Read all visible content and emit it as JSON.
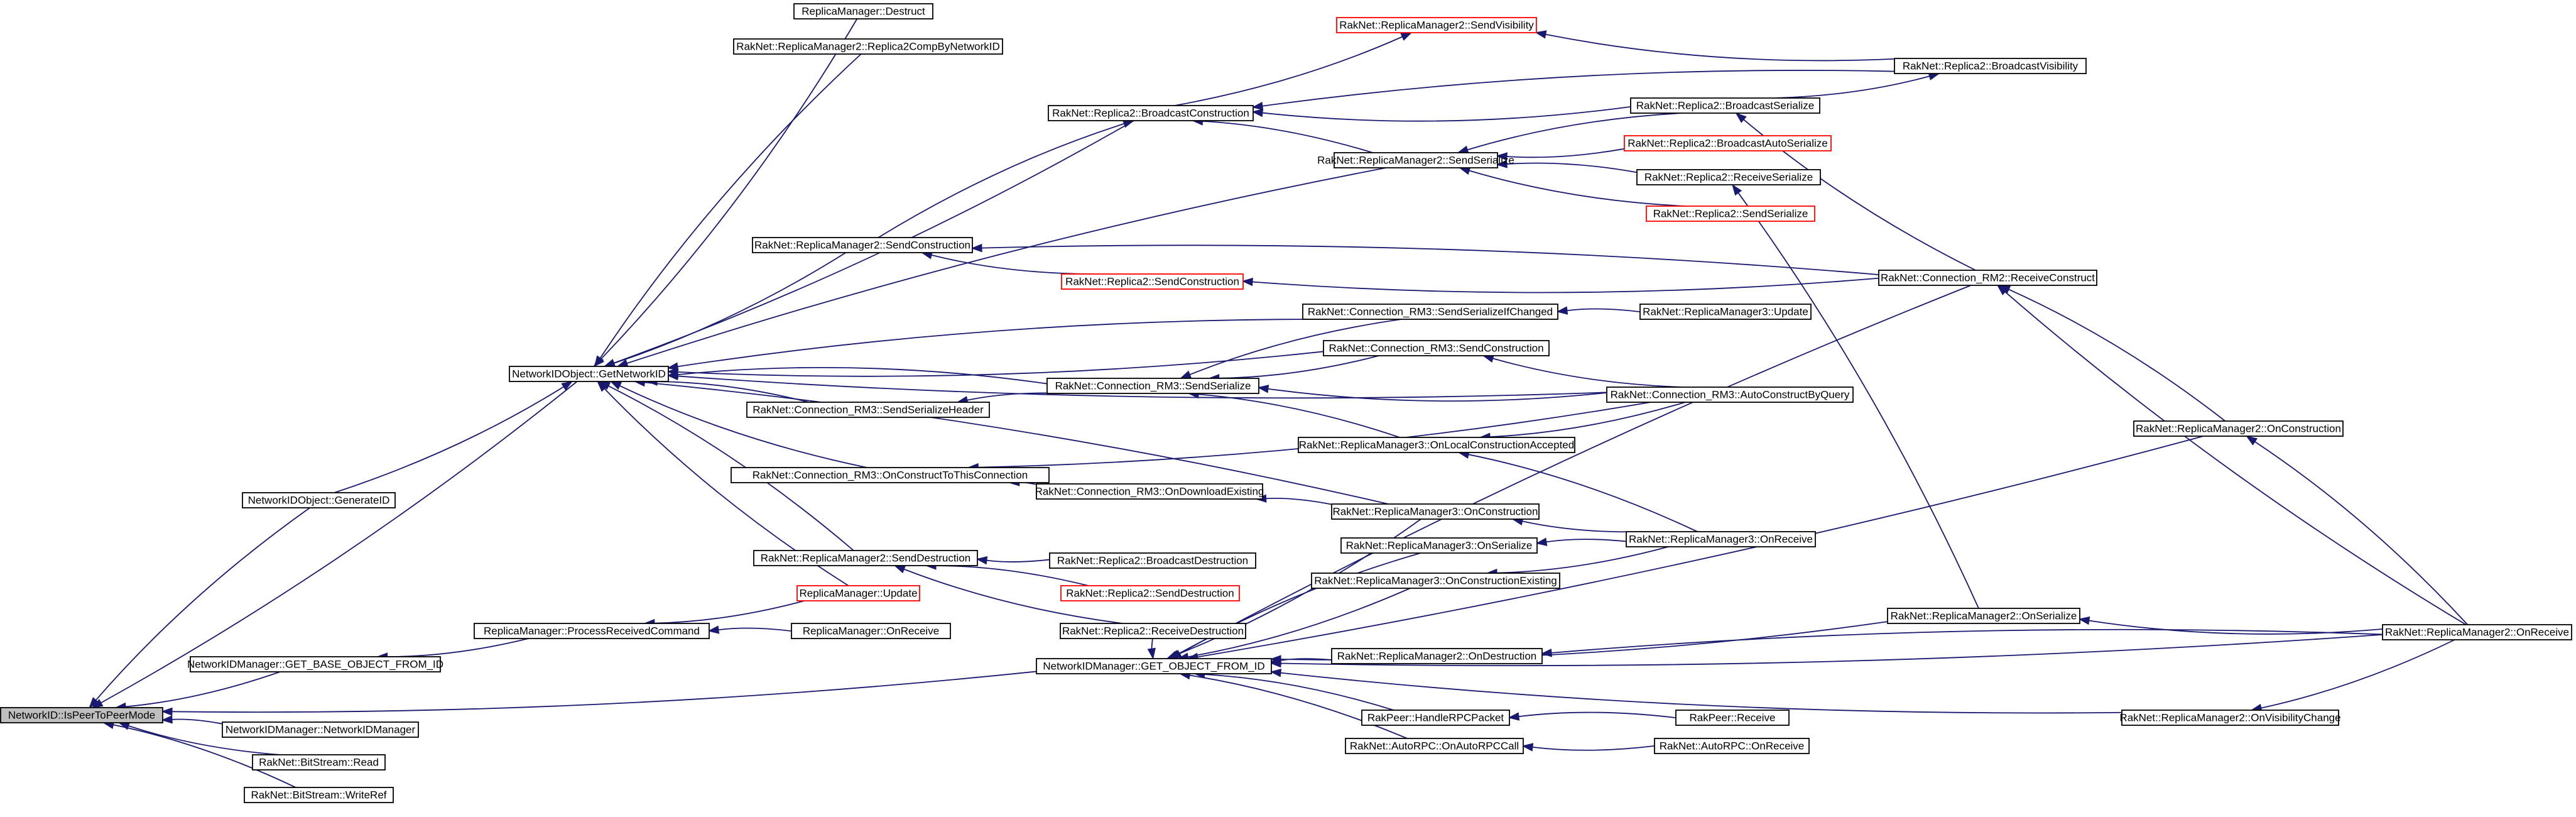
{
  "colors": {
    "edge": "#191970",
    "box_border": "#000000",
    "highlight_border": "#ff0000",
    "root_fill": "#bfbfbf"
  },
  "nodes": [
    {
      "id": "n0",
      "label": "NetworkID::IsPeerToPeerMode",
      "style": "root"
    },
    {
      "id": "n1",
      "label": "NetworkIDObject::GetNetworkID"
    },
    {
      "id": "n2",
      "label": "NetworkIDObject::GenerateID"
    },
    {
      "id": "n3",
      "label": "NetworkIDManager::GET_BASE_OBJECT_FROM_ID"
    },
    {
      "id": "n4",
      "label": "NetworkIDManager::NetworkIDManager"
    },
    {
      "id": "n5",
      "label": "RakNet::BitStream::Read"
    },
    {
      "id": "n6",
      "label": "RakNet::BitStream::WriteRef"
    },
    {
      "id": "n7",
      "label": "ReplicaManager::Destruct"
    },
    {
      "id": "n8",
      "label": "RakNet::ReplicaManager2::Replica2CompByNetworkID"
    },
    {
      "id": "n9",
      "label": "RakNet::Replica2::BroadcastConstruction"
    },
    {
      "id": "n10",
      "label": "RakNet::ReplicaManager2::SendVisibility",
      "style": "red"
    },
    {
      "id": "n11",
      "label": "RakNet::Replica2::BroadcastVisibility"
    },
    {
      "id": "n12",
      "label": "RakNet::Replica2::BroadcastSerialize"
    },
    {
      "id": "n13",
      "label": "RakNet::ReplicaManager2::SendSerialize"
    },
    {
      "id": "n14",
      "label": "RakNet::Replica2::BroadcastAutoSerialize",
      "style": "red"
    },
    {
      "id": "n15",
      "label": "RakNet::Replica2::ReceiveSerialize"
    },
    {
      "id": "n16",
      "label": "RakNet::Replica2::SendSerialize",
      "style": "red"
    },
    {
      "id": "n17",
      "label": "RakNet::ReplicaManager2::SendConstruction"
    },
    {
      "id": "n18",
      "label": "RakNet::Replica2::SendConstruction",
      "style": "red"
    },
    {
      "id": "n19",
      "label": "RakNet::Connection_RM2::ReceiveConstruct"
    },
    {
      "id": "n20",
      "label": "RakNet::Connection_RM3::SendSerializeIfChanged"
    },
    {
      "id": "n21",
      "label": "RakNet::ReplicaManager3::Update"
    },
    {
      "id": "n22",
      "label": "RakNet::Connection_RM3::SendConstruction"
    },
    {
      "id": "n23",
      "label": "RakNet::Connection_RM3::SendSerialize"
    },
    {
      "id": "n24",
      "label": "RakNet::Connection_RM3::AutoConstructByQuery"
    },
    {
      "id": "n25",
      "label": "RakNet::Connection_RM3::SendSerializeHeader"
    },
    {
      "id": "n26",
      "label": "RakNet::ReplicaManager3::OnLocalConstructionAccepted"
    },
    {
      "id": "n27",
      "label": "RakNet::Connection_RM3::OnConstructToThisConnection"
    },
    {
      "id": "n28",
      "label": "RakNet::Connection_RM3::OnDownloadExisting"
    },
    {
      "id": "n29",
      "label": "RakNet::ReplicaManager3::OnConstruction"
    },
    {
      "id": "n30",
      "label": "RakNet::ReplicaManager3::OnReceive"
    },
    {
      "id": "n31",
      "label": "RakNet::ReplicaManager3::OnSerialize"
    },
    {
      "id": "n32",
      "label": "RakNet::ReplicaManager2::SendDestruction"
    },
    {
      "id": "n33",
      "label": "RakNet::Replica2::BroadcastDestruction"
    },
    {
      "id": "n34",
      "label": "ReplicaManager::Update",
      "style": "red"
    },
    {
      "id": "n35",
      "label": "RakNet::Replica2::SendDestruction",
      "style": "red"
    },
    {
      "id": "n36",
      "label": "RakNet::ReplicaManager3::OnConstructionExisting"
    },
    {
      "id": "n37",
      "label": "RakNet::Replica2::ReceiveDestruction"
    },
    {
      "id": "n38",
      "label": "ReplicaManager::ProcessReceivedCommand"
    },
    {
      "id": "n39",
      "label": "ReplicaManager::OnReceive"
    },
    {
      "id": "n40",
      "label": "NetworkIDManager::GET_OBJECT_FROM_ID"
    },
    {
      "id": "n41",
      "label": "RakNet::ReplicaManager2::OnDestruction"
    },
    {
      "id": "n42",
      "label": "RakNet::ReplicaManager2::OnSerialize"
    },
    {
      "id": "n43",
      "label": "RakNet::ReplicaManager2::OnConstruction"
    },
    {
      "id": "n44",
      "label": "RakNet::ReplicaManager2::OnReceive"
    },
    {
      "id": "n45",
      "label": "RakPeer::HandleRPCPacket"
    },
    {
      "id": "n46",
      "label": "RakPeer::Receive"
    },
    {
      "id": "n47",
      "label": "RakNet::ReplicaManager2::OnVisibilityChange"
    },
    {
      "id": "n48",
      "label": "RakNet::AutoRPC::OnAutoRPCCall"
    },
    {
      "id": "n49",
      "label": "RakNet::AutoRPC::OnReceive"
    }
  ],
  "edges": [
    [
      "n1",
      "n0"
    ],
    [
      "n2",
      "n0"
    ],
    [
      "n3",
      "n0"
    ],
    [
      "n4",
      "n0"
    ],
    [
      "n5",
      "n0"
    ],
    [
      "n6",
      "n0"
    ],
    [
      "n40",
      "n0"
    ],
    [
      "n2",
      "n1"
    ],
    [
      "n7",
      "n1"
    ],
    [
      "n8",
      "n1"
    ],
    [
      "n9",
      "n1"
    ],
    [
      "n13",
      "n1"
    ],
    [
      "n17",
      "n1"
    ],
    [
      "n20",
      "n1"
    ],
    [
      "n22",
      "n1"
    ],
    [
      "n23",
      "n1"
    ],
    [
      "n24",
      "n1"
    ],
    [
      "n25",
      "n1"
    ],
    [
      "n27",
      "n1"
    ],
    [
      "n32",
      "n1"
    ],
    [
      "n34",
      "n1"
    ],
    [
      "n29",
      "n1"
    ],
    [
      "n38",
      "n3"
    ],
    [
      "n13",
      "n9"
    ],
    [
      "n12",
      "n9"
    ],
    [
      "n11",
      "n9"
    ],
    [
      "n17",
      "n9"
    ],
    [
      "n9",
      "n10"
    ],
    [
      "n11",
      "n10"
    ],
    [
      "n12",
      "n11"
    ],
    [
      "n19",
      "n12"
    ],
    [
      "n12",
      "n13"
    ],
    [
      "n14",
      "n13"
    ],
    [
      "n15",
      "n13"
    ],
    [
      "n16",
      "n13"
    ],
    [
      "n42",
      "n15"
    ],
    [
      "n18",
      "n17"
    ],
    [
      "n19",
      "n17"
    ],
    [
      "n19",
      "n18"
    ],
    [
      "n43",
      "n19"
    ],
    [
      "n44",
      "n19"
    ],
    [
      "n21",
      "n20"
    ],
    [
      "n24",
      "n22"
    ],
    [
      "n20",
      "n23"
    ],
    [
      "n22",
      "n23"
    ],
    [
      "n26",
      "n23"
    ],
    [
      "n24",
      "n23"
    ],
    [
      "n23",
      "n25"
    ],
    [
      "n24",
      "n26"
    ],
    [
      "n28",
      "n27"
    ],
    [
      "n24",
      "n27"
    ],
    [
      "n29",
      "n28"
    ],
    [
      "n30",
      "n29"
    ],
    [
      "n30",
      "n31"
    ],
    [
      "n30",
      "n36"
    ],
    [
      "n30",
      "n26"
    ],
    [
      "n33",
      "n32"
    ],
    [
      "n35",
      "n32"
    ],
    [
      "n37",
      "n32"
    ],
    [
      "n39",
      "n38"
    ],
    [
      "n34",
      "n38"
    ],
    [
      "n37",
      "n40"
    ],
    [
      "n29",
      "n40"
    ],
    [
      "n31",
      "n40"
    ],
    [
      "n36",
      "n40"
    ],
    [
      "n41",
      "n40"
    ],
    [
      "n42",
      "n40"
    ],
    [
      "n45",
      "n40"
    ],
    [
      "n47",
      "n40"
    ],
    [
      "n48",
      "n40"
    ],
    [
      "n43",
      "n40"
    ],
    [
      "n19",
      "n40"
    ],
    [
      "n44",
      "n40"
    ],
    [
      "n44",
      "n41"
    ],
    [
      "n44",
      "n42"
    ],
    [
      "n44",
      "n43"
    ],
    [
      "n44",
      "n47"
    ],
    [
      "n46",
      "n45"
    ],
    [
      "n49",
      "n48"
    ]
  ]
}
